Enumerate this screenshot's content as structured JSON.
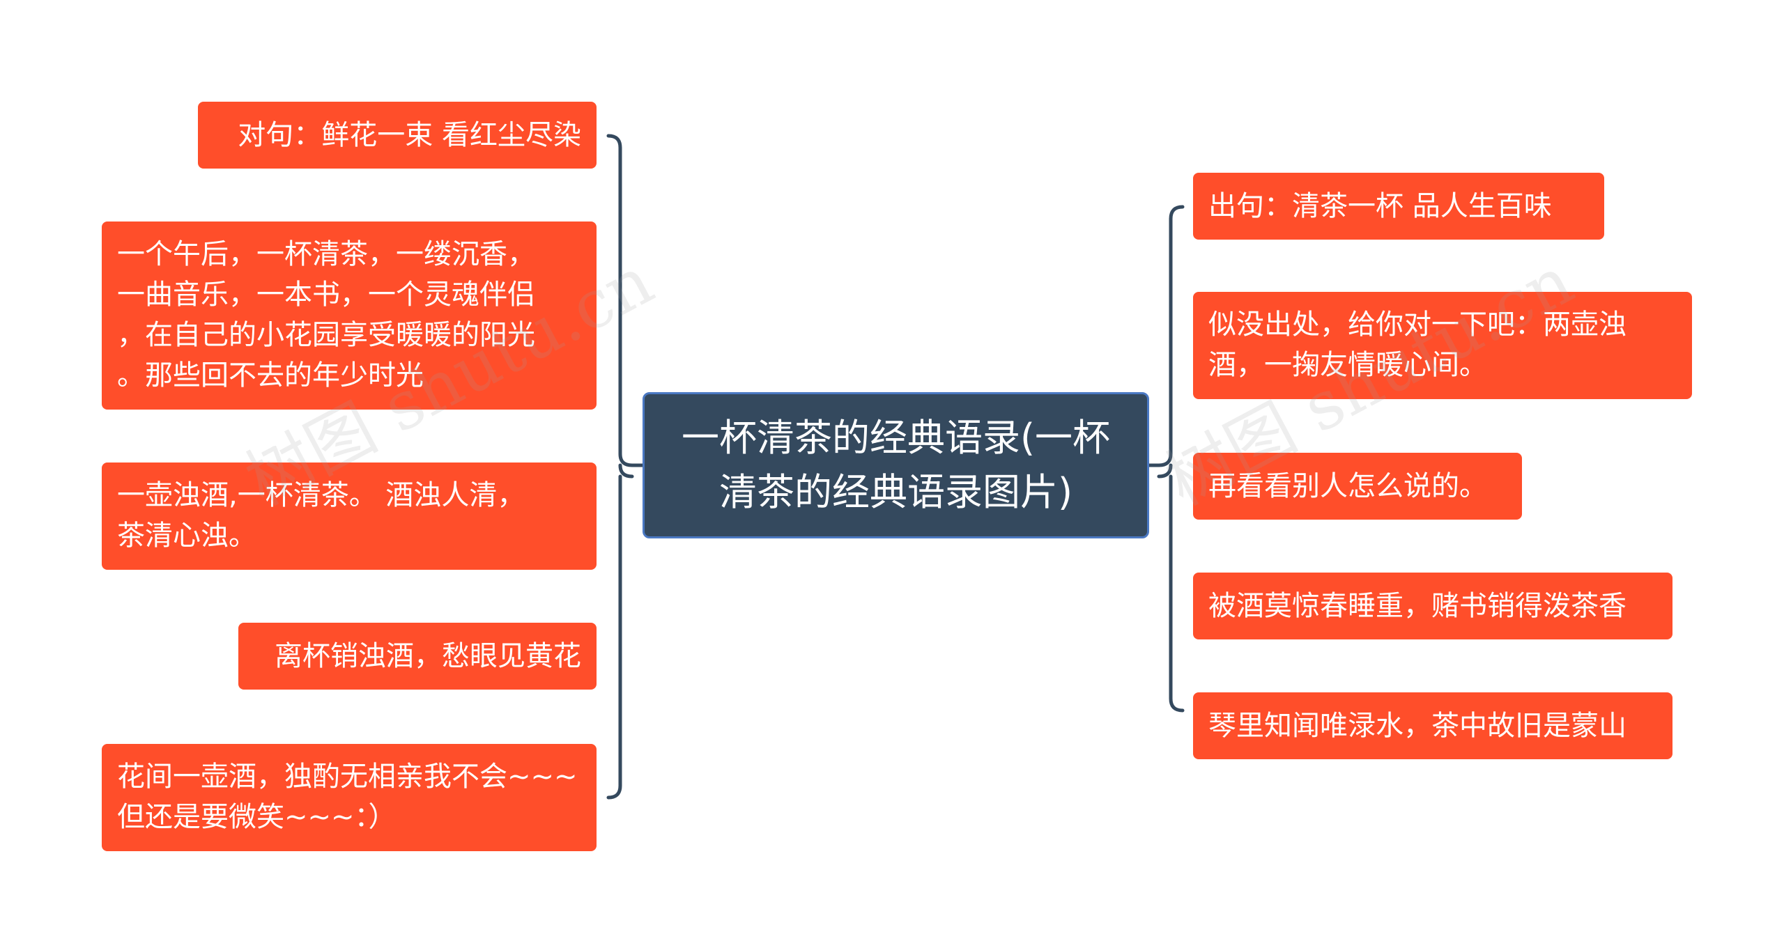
{
  "center": {
    "label": "一杯清茶的经典语录(一杯\n清茶的经典语录图片)"
  },
  "left_nodes": [
    "对句：鲜花一束 看红尘尽染",
    "一个午后，一杯清茶，一缕沉香，\n一曲音乐，一本书，一个灵魂伴侣\n，在自己的小花园享受暖暖的阳光\n。那些回不去的年少时光",
    "一壶浊酒,一杯清茶。 酒浊人清，\n茶清心浊。",
    "离杯销浊酒，愁眼见黄花",
    "花间一壶酒，独酌无相亲我不会~~~\n但还是要微笑~~~：）"
  ],
  "right_nodes": [
    "出句：清茶一杯 品人生百味",
    "似没出处，给你对一下吧：两壶浊\n酒，一掬友情暖心间。",
    "再看看别人怎么说的。",
    "被酒莫惊春睡重，赌书销得泼茶香",
    "琴里知闻唯渌水，茶中故旧是蒙山"
  ],
  "watermark": "树图 shutu.cn",
  "colors": {
    "node_fill": "#ff4e2a",
    "center_fill": "#34495e",
    "center_border": "#4a78c2",
    "connector": "#34495e",
    "text": "#ffffff"
  }
}
